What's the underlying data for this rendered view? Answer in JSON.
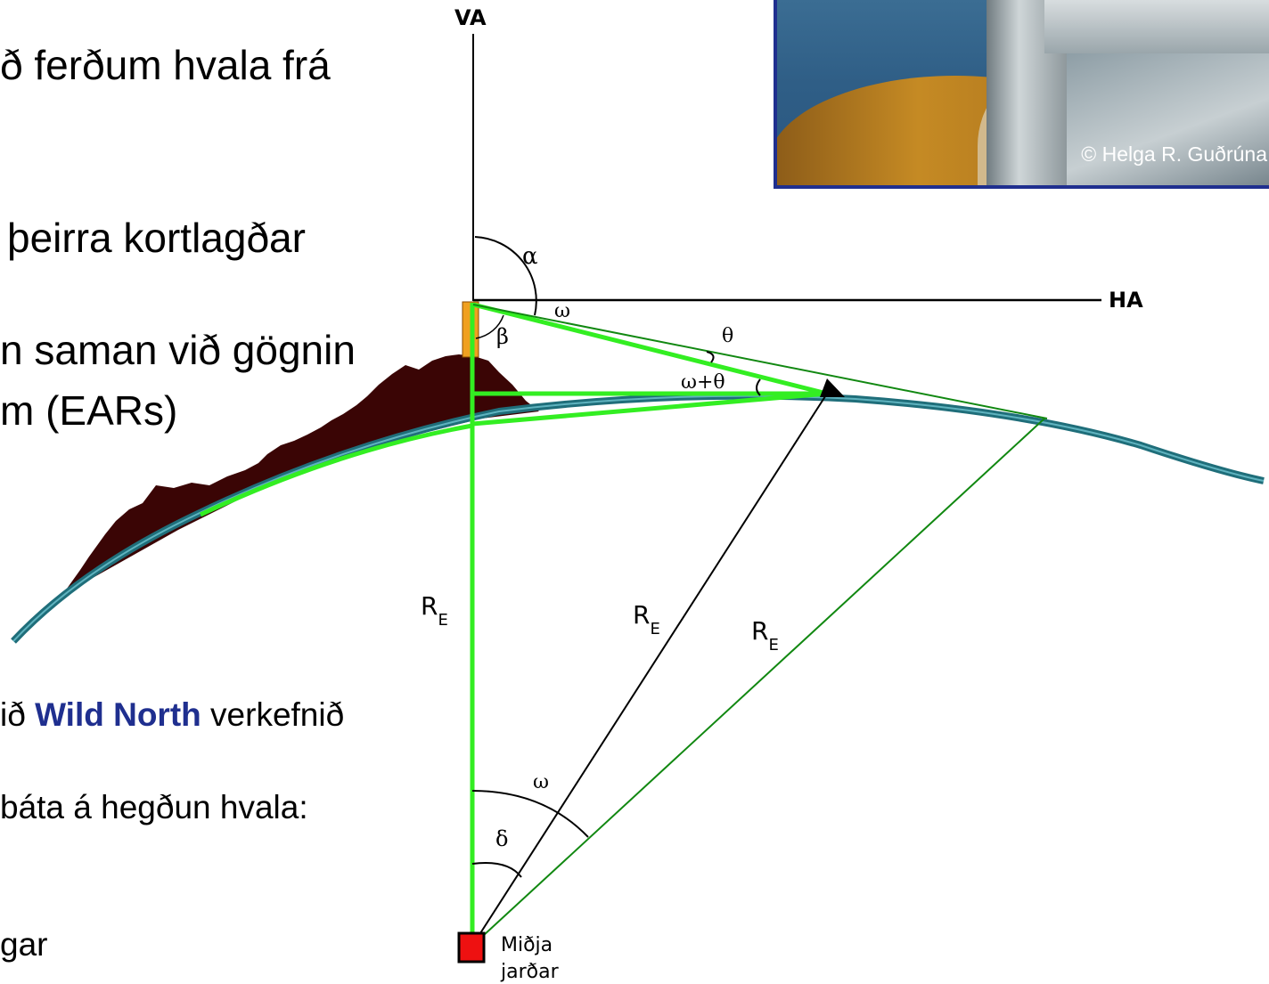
{
  "slide": {
    "lines": [
      "ð ferðum hvala frá",
      "þeirra kortlagðar",
      "n saman við gögnin",
      "m (EARs)"
    ],
    "project_prefix": "ið ",
    "project_name": "Wild North",
    "project_suffix": " verkefnið",
    "boats_line": "báta á hegðun hvala:",
    "last_line": "gar"
  },
  "photo": {
    "credit": "© Helga R. Guðrúna"
  },
  "diagram": {
    "va_label": "VA",
    "ha_label": "HA",
    "alpha": "α",
    "omega": "ω",
    "beta": "β",
    "theta": "θ",
    "omega_plus_theta": "ω+θ",
    "radius_symbol": "R",
    "radius_subscript": "E",
    "delta": "δ",
    "center_line1": "Miðja",
    "center_line2": "jarðar",
    "colors": {
      "sight_lines": "#33ee22",
      "thin_green": "#118811",
      "earth_surface": "#1f6e7a",
      "mountain": "#3a0505",
      "tower": "#f0a020",
      "center_marker": "#ee1111"
    }
  }
}
